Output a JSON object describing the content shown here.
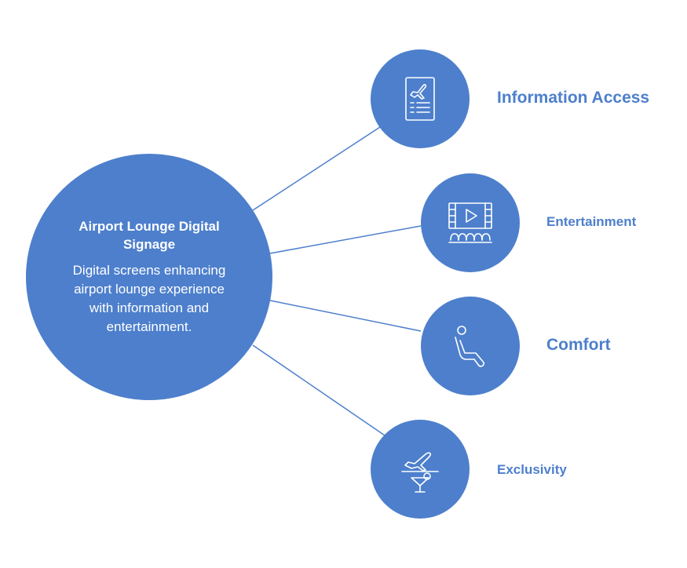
{
  "center": {
    "title": "Airport Lounge Digital Signage",
    "description": "Digital screens enhancing airport lounge experience with information and entertainment."
  },
  "nodes": [
    {
      "label": "Information Access",
      "icon": "flight-document-icon"
    },
    {
      "label": "Entertainment",
      "icon": "cinema-screen-icon"
    },
    {
      "label": "Comfort",
      "icon": "reclining-seat-icon"
    },
    {
      "label": "Exclusivity",
      "icon": "airplane-cocktail-icon"
    }
  ],
  "colors": {
    "primary": "#4d7fcc",
    "connector": "#4d7fcc",
    "icon_stroke": "#ffffff",
    "background": "#ffffff"
  }
}
